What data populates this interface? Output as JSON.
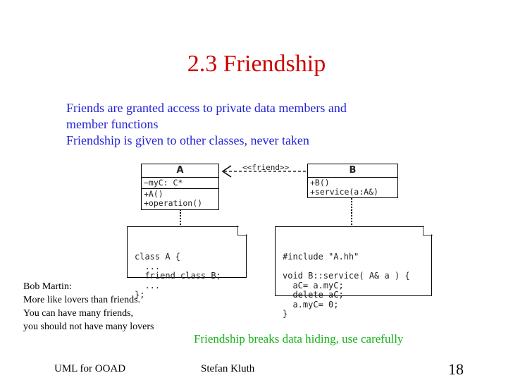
{
  "title": "2.3 Friendship",
  "bullets": [
    "Friends are granted access to private data members and",
    "member functions",
    "Friendship is given to other classes, never taken"
  ],
  "class_a": {
    "name": "A",
    "attributes": [
      "−myC: C*"
    ],
    "operations": [
      "+A()",
      "+operation()"
    ]
  },
  "class_b": {
    "name": "B",
    "operations": [
      "+B()",
      "+service(a:A&)"
    ]
  },
  "relation_label": "<<friend>>",
  "note_a": "class A {\n  ...\n  friend class B;\n  ...\n};",
  "note_b": "#include \"A.hh\"\n\nvoid B::service( A& a ) {\n  aC= a.myC;\n  delete aC;\n  a.myC= 0;\n}",
  "quote": [
    "Bob Martin:",
    "More like lovers than friends.",
    "You can have many friends,",
    "you should not have many lovers"
  ],
  "warning": "Friendship breaks data hiding, use carefully",
  "footer": {
    "left": "UML for OOAD",
    "center": "Stefan Kluth",
    "page": "18"
  },
  "colors": {
    "title": "#cc0000",
    "bullets": "#1f1fd6",
    "warning": "#16b216"
  }
}
